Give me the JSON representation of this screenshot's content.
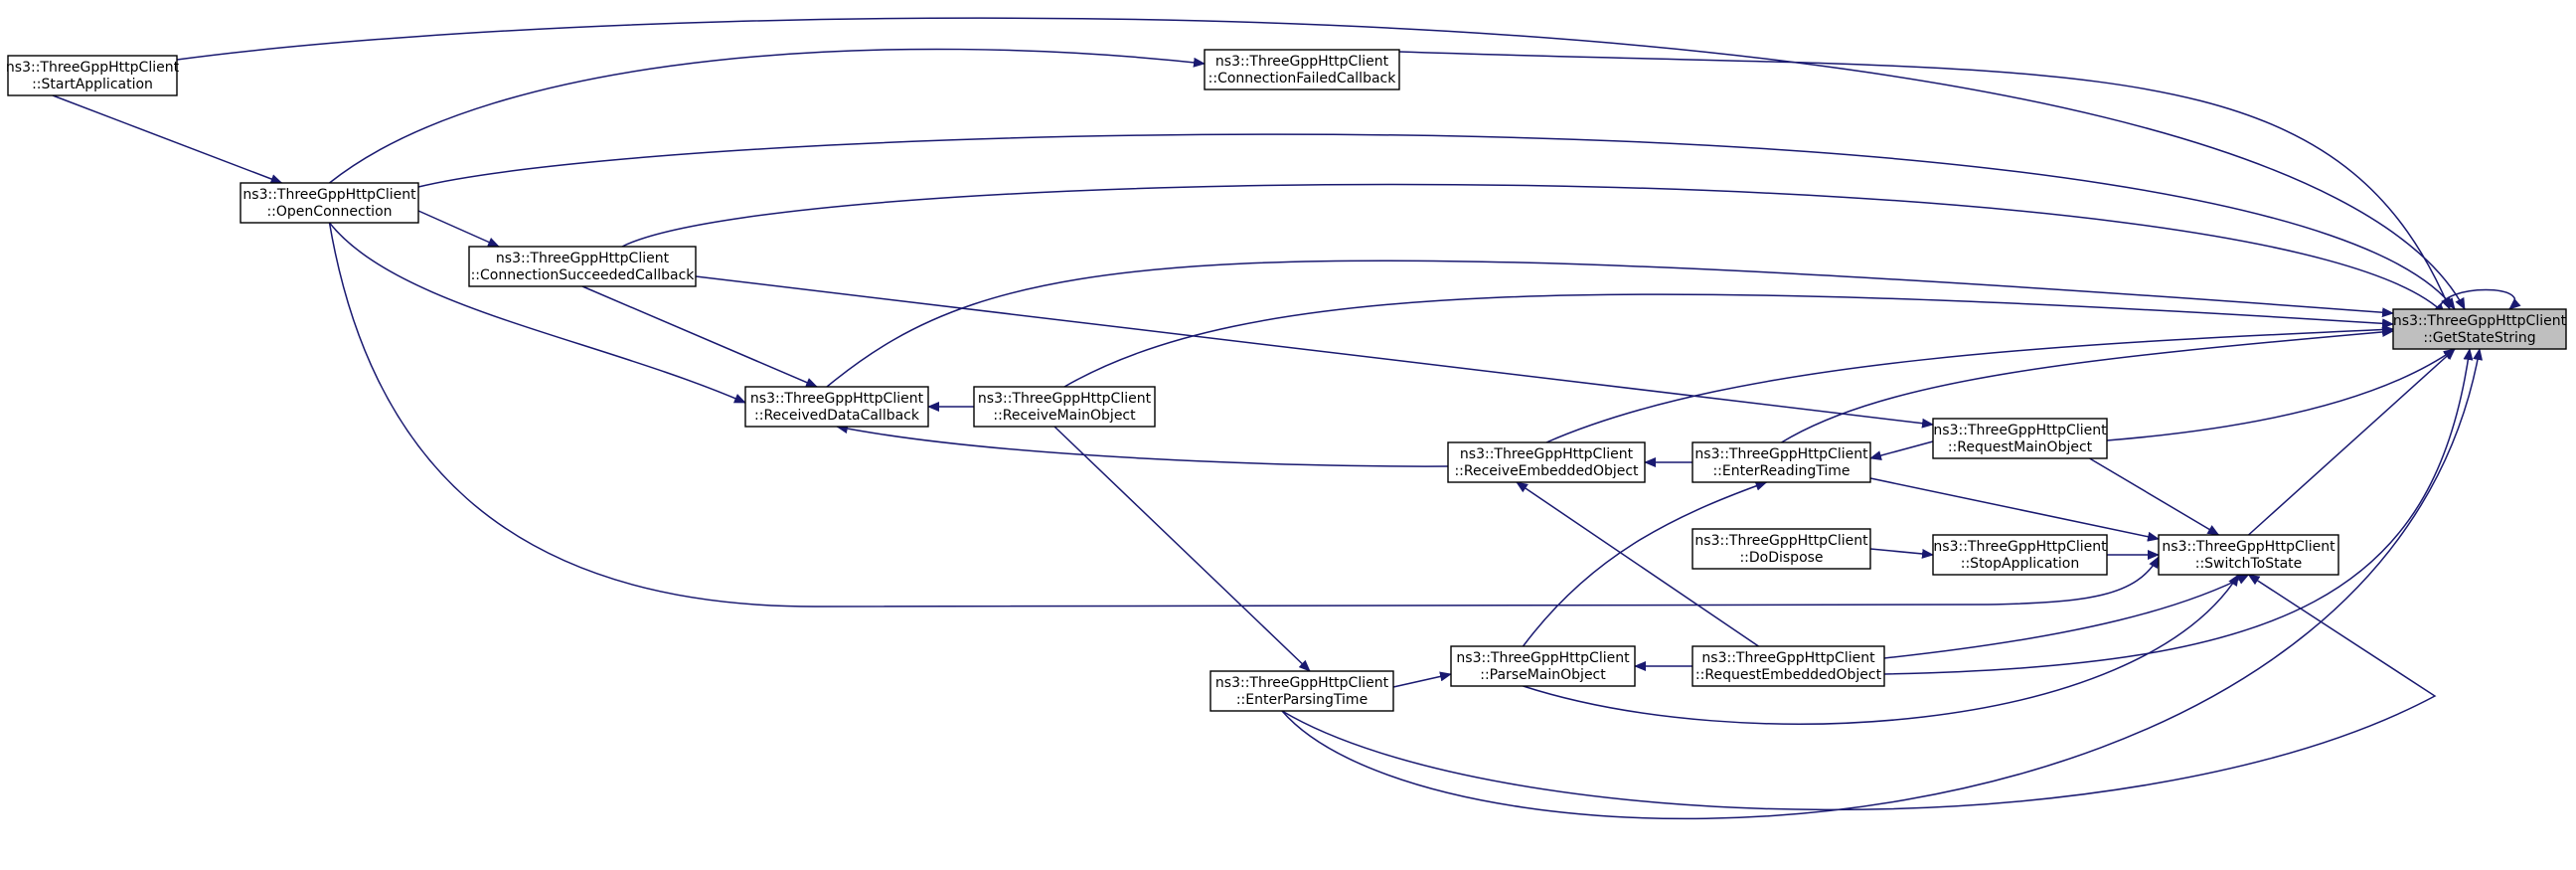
{
  "colors": {
    "edge": "#191970",
    "node_fill": "#ffffff",
    "root_fill": "#bfbfbf",
    "node_stroke": "#000000"
  },
  "nodes": [
    {
      "id": "start",
      "line1": "ns3::ThreeGppHttpClient",
      "line2": "::StartApplication"
    },
    {
      "id": "open",
      "line1": "ns3::ThreeGppHttpClient",
      "line2": "::OpenConnection"
    },
    {
      "id": "failed",
      "line1": "ns3::ThreeGppHttpClient",
      "line2": "::ConnectionFailedCallback"
    },
    {
      "id": "succ",
      "line1": "ns3::ThreeGppHttpClient",
      "line2": "::ConnectionSucceededCallback"
    },
    {
      "id": "rdc",
      "line1": "ns3::ThreeGppHttpClient",
      "line2": "::ReceivedDataCallback"
    },
    {
      "id": "rmo",
      "line1": "ns3::ThreeGppHttpClient",
      "line2": "::ReceiveMainObject"
    },
    {
      "id": "reo",
      "line1": "ns3::ThreeGppHttpClient",
      "line2": "::ReceiveEmbeddedObject"
    },
    {
      "id": "ert",
      "line1": "ns3::ThreeGppHttpClient",
      "line2": "::EnterReadingTime"
    },
    {
      "id": "dispose",
      "line1": "ns3::ThreeGppHttpClient",
      "line2": "::DoDispose"
    },
    {
      "id": "stop",
      "line1": "ns3::ThreeGppHttpClient",
      "line2": "::StopApplication"
    },
    {
      "id": "reqmain",
      "line1": "ns3::ThreeGppHttpClient",
      "line2": "::RequestMainObject"
    },
    {
      "id": "switch",
      "line1": "ns3::ThreeGppHttpClient",
      "line2": "::SwitchToState"
    },
    {
      "id": "ept",
      "line1": "ns3::ThreeGppHttpClient",
      "line2": "::EnterParsingTime"
    },
    {
      "id": "pmo",
      "line1": "ns3::ThreeGppHttpClient",
      "line2": "::ParseMainObject"
    },
    {
      "id": "reqemb",
      "line1": "ns3::ThreeGppHttpClient",
      "line2": "::RequestEmbeddedObject"
    },
    {
      "id": "root",
      "line1": "ns3::ThreeGppHttpClient",
      "line2": "::GetStateString"
    }
  ],
  "edges": [
    {
      "from": "start",
      "to": "open"
    },
    {
      "from": "start",
      "to": "root"
    },
    {
      "from": "open",
      "to": "failed"
    },
    {
      "from": "open",
      "to": "succ"
    },
    {
      "from": "open",
      "to": "rdc"
    },
    {
      "from": "open",
      "to": "root"
    },
    {
      "from": "open",
      "to": "switch"
    },
    {
      "from": "failed",
      "to": "root"
    },
    {
      "from": "succ",
      "to": "rdc"
    },
    {
      "from": "succ",
      "to": "reqmain"
    },
    {
      "from": "succ",
      "to": "root"
    },
    {
      "from": "rdc",
      "to": "rmo"
    },
    {
      "from": "rdc",
      "to": "reo"
    },
    {
      "from": "rdc",
      "to": "root"
    },
    {
      "from": "rmo",
      "to": "ept"
    },
    {
      "from": "rmo",
      "to": "root"
    },
    {
      "from": "reo",
      "to": "ert"
    },
    {
      "from": "reo",
      "to": "reqemb"
    },
    {
      "from": "reo",
      "to": "root"
    },
    {
      "from": "ert",
      "to": "reqmain"
    },
    {
      "from": "ert",
      "to": "switch"
    },
    {
      "from": "ert",
      "to": "root"
    },
    {
      "from": "dispose",
      "to": "stop"
    },
    {
      "from": "stop",
      "to": "switch"
    },
    {
      "from": "reqmain",
      "to": "switch"
    },
    {
      "from": "reqmain",
      "to": "root"
    },
    {
      "from": "switch",
      "to": "root"
    },
    {
      "from": "ept",
      "to": "pmo"
    },
    {
      "from": "ept",
      "to": "switch"
    },
    {
      "from": "ept",
      "to": "root"
    },
    {
      "from": "pmo",
      "to": "ert"
    },
    {
      "from": "pmo",
      "to": "reqemb"
    },
    {
      "from": "pmo",
      "to": "switch"
    },
    {
      "from": "reqemb",
      "to": "switch"
    },
    {
      "from": "reqemb",
      "to": "root"
    },
    {
      "from": "root",
      "to": "root"
    }
  ]
}
